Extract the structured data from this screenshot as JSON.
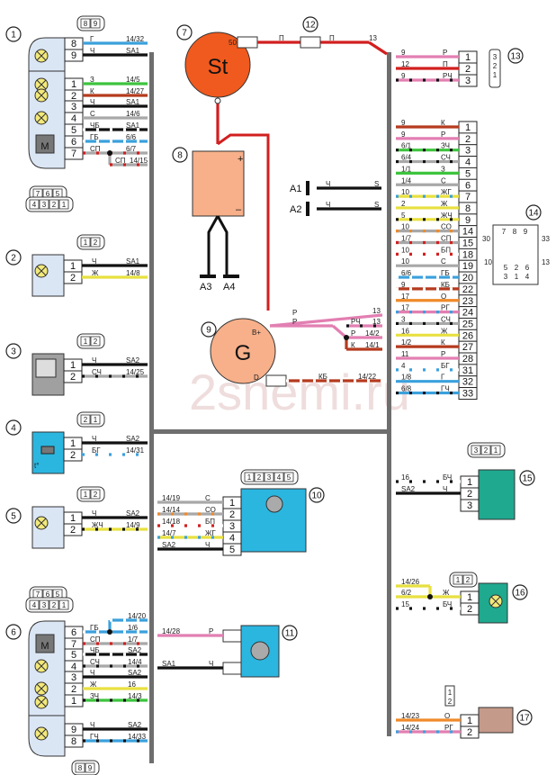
{
  "title": "Wiring diagram",
  "watermark": "2shemi.ru",
  "colors": {
    "bundle": "#6e6e6e",
    "panel_blue": "#dbe6f5",
    "cyan": "#2bb6e0",
    "teal": "#1fa98f",
    "salmon": "#f7b08a",
    "orange_red": "#f05a1e",
    "brown_box": "#c49a8a",
    "gray_box": "#9a9a9a"
  },
  "wire_colors": {
    "Г": "#3aa0dc",
    "Ч": "#111111",
    "З": "#3dc43d",
    "К": "#b53a1e",
    "С": "#a8a8a8",
    "Ж": "#e8e040",
    "П": "#d21f1f",
    "Р": "#e27fb2",
    "О": "#ef8a2a",
    "Б": "#ffffff"
  },
  "components": [
    {
      "id": "1",
      "label": "1"
    },
    {
      "id": "2",
      "label": "2"
    },
    {
      "id": "3",
      "label": "3"
    },
    {
      "id": "4",
      "label": "4"
    },
    {
      "id": "5",
      "label": "5"
    },
    {
      "id": "6",
      "label": "6"
    },
    {
      "id": "7",
      "label": "7",
      "symbol": "St",
      "terminal": "50"
    },
    {
      "id": "8",
      "label": "8",
      "plus": "+",
      "minus": "–"
    },
    {
      "id": "9",
      "label": "9",
      "symbol": "G",
      "b_terminal": "B+",
      "d_terminal": "D"
    },
    {
      "id": "10",
      "label": "10"
    },
    {
      "id": "11",
      "label": "11"
    },
    {
      "id": "12",
      "label": "12"
    },
    {
      "id": "13",
      "label": "13"
    },
    {
      "id": "14",
      "label": "14"
    },
    {
      "id": "15",
      "label": "15"
    },
    {
      "id": "16",
      "label": "16"
    },
    {
      "id": "17",
      "label": "17"
    }
  ],
  "grounds": [
    "A1",
    "A2",
    "A3",
    "A4"
  ],
  "comp1": {
    "connector_top": [
      "8",
      "9"
    ],
    "connector_bottom_top": [
      "7",
      "6",
      "5"
    ],
    "connector_bottom_bot": [
      "4",
      "3",
      "2",
      "1"
    ],
    "motor": "M",
    "pins": [
      {
        "pin": "8",
        "wire": "Г",
        "dest": "14/32",
        "color": "Г"
      },
      {
        "pin": "9",
        "wire": "Ч",
        "dest": "SA1",
        "color": "Ч"
      },
      {
        "pin": "1",
        "wire": "З",
        "dest": "14/5",
        "color": "З"
      },
      {
        "pin": "2",
        "wire": "К",
        "dest": "14/27",
        "color": "К"
      },
      {
        "pin": "3",
        "wire": "Ч",
        "dest": "SA1",
        "color": "Ч"
      },
      {
        "pin": "4",
        "wire": "С",
        "dest": "14/6",
        "color": "С"
      },
      {
        "pin": "5",
        "wire": "ЧБ",
        "dest": "SA1",
        "color": "Ч",
        "stripe": "Б"
      },
      {
        "pin": "6",
        "wire": "ГБ",
        "dest": "6/6",
        "color": "Г",
        "stripe": "Б"
      },
      {
        "pin": "7",
        "wire": "СП",
        "dest": "6/7",
        "color": "С",
        "stripe": "П"
      }
    ],
    "branch": {
      "wire": "СП",
      "dest": "14/15"
    }
  },
  "comp2": {
    "connector": [
      "1",
      "2"
    ],
    "pins": [
      {
        "pin": "1",
        "wire": "Ч",
        "dest": "SA1",
        "color": "Ч"
      },
      {
        "pin": "2",
        "wire": "Ж",
        "dest": "14/8",
        "color": "Ж"
      }
    ]
  },
  "comp3": {
    "connector": [
      "1",
      "2"
    ],
    "pins": [
      {
        "pin": "1",
        "wire": "Ч",
        "dest": "SA2",
        "color": "Ч"
      },
      {
        "pin": "2",
        "wire": "СЧ",
        "dest": "14/25",
        "color": "С",
        "stripe": "Ч"
      }
    ]
  },
  "comp4": {
    "connector": [
      "2",
      "1"
    ],
    "temp": "t°",
    "pins": [
      {
        "pin": "1",
        "wire": "Ч",
        "dest": "SA2",
        "color": "Ч"
      },
      {
        "pin": "2",
        "wire": "БГ",
        "dest": "14/31",
        "color": "Б",
        "stripe": "Г"
      }
    ]
  },
  "comp5": {
    "connector": [
      "1",
      "2"
    ],
    "pins": [
      {
        "pin": "1",
        "wire": "Ч",
        "dest": "SA2",
        "color": "Ч"
      },
      {
        "pin": "2",
        "wire": "ЖЧ",
        "dest": "14/9",
        "color": "Ж",
        "stripe": "Ч"
      }
    ]
  },
  "comp6": {
    "connector_top": [
      "7",
      "6",
      "5"
    ],
    "connector_bot": [
      "4",
      "3",
      "2",
      "1"
    ],
    "connector_bottom": [
      "8",
      "9"
    ],
    "motor": "M",
    "pins": [
      {
        "pin": "6",
        "wire": "ГБ",
        "dest": "1/6",
        "color": "Г",
        "stripe": "Б"
      },
      {
        "pin": "7",
        "wire": "СП",
        "dest": "1/7",
        "color": "С",
        "stripe": "П"
      },
      {
        "pin": "5",
        "wire": "ЧБ",
        "dest": "SA2",
        "color": "Ч",
        "stripe": "Б"
      },
      {
        "pin": "4",
        "wire": "СЧ",
        "dest": "14/4",
        "color": "С",
        "stripe": "Ч"
      },
      {
        "pin": "3",
        "wire": "Ч",
        "dest": "SA2",
        "color": "Ч"
      },
      {
        "pin": "2",
        "wire": "Ж",
        "dest": "16",
        "color": "Ж"
      },
      {
        "pin": "1",
        "wire": "ЗЧ",
        "dest": "14/3",
        "color": "З",
        "stripe": "Ч"
      },
      {
        "pin": "9",
        "wire": "Ч",
        "dest": "SA2",
        "color": "Ч"
      },
      {
        "pin": "8",
        "wire": "ГЧ",
        "dest": "14/33",
        "color": "Г",
        "stripe": "Ч"
      }
    ],
    "branch": {
      "wire": "ГБ",
      "dest": "14/20"
    }
  },
  "comp7_wires": {
    "w1": "П",
    "w2": "П",
    "dest": "13",
    "vertical": "П"
  },
  "battery_wire": "П",
  "ground_wires": {
    "A1": {
      "wire": "Ч",
      "dest": "S"
    },
    "A2": {
      "wire": "Ч",
      "dest": "S"
    },
    "A3": "Ч",
    "A4": "Ч"
  },
  "comp9_wires": [
    {
      "wire": "Р",
      "dest": "13",
      "color": "Р"
    },
    {
      "wire": "Р",
      "dest": "",
      "color": "Р"
    },
    {
      "wire": "РЧ",
      "dest": "13",
      "color": "Р",
      "stripe": "Ч"
    },
    {
      "wire": "Р",
      "dest": "14/2",
      "color": "Р"
    },
    {
      "wire": "К",
      "dest": "14/1",
      "color": "К"
    },
    {
      "wire": "КБ",
      "dest": "14/22",
      "color": "К",
      "stripe": "Б"
    }
  ],
  "comp10": {
    "connector": [
      "1",
      "2",
      "3",
      "4",
      "5"
    ],
    "pins": [
      {
        "pin": "1",
        "wire": "С",
        "src": "14/19",
        "color": "С"
      },
      {
        "pin": "2",
        "wire": "СО",
        "src": "14/14",
        "color": "С",
        "stripe": "О"
      },
      {
        "pin": "3",
        "wire": "БП",
        "src": "14/18",
        "color": "Б",
        "stripe": "П"
      },
      {
        "pin": "4",
        "wire": "ЖГ",
        "src": "14/7",
        "color": "Ж",
        "stripe": "Г"
      },
      {
        "pin": "5",
        "wire": "Ч",
        "src": "SA2",
        "color": "Ч"
      }
    ]
  },
  "comp11": {
    "pins": [
      {
        "wire": "Р",
        "src": "14/28",
        "color": "Р"
      },
      {
        "wire": "Ч",
        "src": "SA1",
        "color": "Ч"
      }
    ]
  },
  "comp13": {
    "connector": [
      "3",
      "2",
      "1"
    ],
    "pins": [
      {
        "pin": "1",
        "src": "9",
        "wire": "Р",
        "color": "Р"
      },
      {
        "pin": "2",
        "src": "12",
        "wire": "П",
        "color": "П"
      },
      {
        "pin": "3",
        "src": "9",
        "wire": "РЧ",
        "color": "Р",
        "stripe": "Ч"
      }
    ]
  },
  "comp14": {
    "connector_top": [
      "7",
      "8",
      "9"
    ],
    "connector_bottom": [
      [
        "5",
        "2",
        "6"
      ],
      [
        "3",
        "1",
        "4"
      ]
    ],
    "side_labels": {
      "left_top": "30",
      "right_top": "33",
      "left_bot": "10",
      "right_bot": "13"
    },
    "pins": [
      {
        "pin": "1",
        "src": "9",
        "wire": "К",
        "color": "К"
      },
      {
        "pin": "2",
        "src": "9",
        "wire": "Р",
        "color": "Р"
      },
      {
        "pin": "3",
        "src": "6/1",
        "wire": "ЗЧ",
        "color": "З",
        "stripe": "Ч"
      },
      {
        "pin": "4",
        "src": "6/4",
        "wire": "СЧ",
        "color": "С",
        "stripe": "Ч"
      },
      {
        "pin": "5",
        "src": "1/1",
        "wire": "З",
        "color": "З"
      },
      {
        "pin": "6",
        "src": "1/4",
        "wire": "С",
        "color": "С"
      },
      {
        "pin": "7",
        "src": "10",
        "wire": "ЖГ",
        "color": "Ж",
        "stripe": "Г"
      },
      {
        "pin": "8",
        "src": "2",
        "wire": "Ж",
        "color": "Ж"
      },
      {
        "pin": "9",
        "src": "5",
        "wire": "ЖЧ",
        "color": "Ж",
        "stripe": "Ч"
      },
      {
        "pin": "14",
        "src": "10",
        "wire": "СО",
        "color": "С",
        "stripe": "О"
      },
      {
        "pin": "15",
        "src": "1/7",
        "wire": "СП",
        "color": "С",
        "stripe": "П"
      },
      {
        "pin": "18",
        "src": "10",
        "wire": "БП",
        "color": "Б",
        "stripe": "П"
      },
      {
        "pin": "19",
        "src": "10",
        "wire": "С",
        "color": "С"
      },
      {
        "pin": "20",
        "src": "6/6",
        "wire": "ГБ",
        "color": "Г",
        "stripe": "Б"
      },
      {
        "pin": "22",
        "src": "9",
        "wire": "КБ",
        "color": "К",
        "stripe": "Б"
      },
      {
        "pin": "23",
        "src": "17",
        "wire": "О",
        "color": "О"
      },
      {
        "pin": "24",
        "src": "17",
        "wire": "РГ",
        "color": "Р",
        "stripe": "Г"
      },
      {
        "pin": "25",
        "src": "3",
        "wire": "СЧ",
        "color": "С",
        "stripe": "Ч"
      },
      {
        "pin": "26",
        "src": "16",
        "wire": "Ж",
        "color": "Ж"
      },
      {
        "pin": "27",
        "src": "1/2",
        "wire": "К",
        "color": "К"
      },
      {
        "pin": "28",
        "src": "11",
        "wire": "Р",
        "color": "Р"
      },
      {
        "pin": "31",
        "src": "4",
        "wire": "БГ",
        "color": "Б",
        "stripe": "Г"
      },
      {
        "pin": "32",
        "src": "1/8",
        "wire": "Г",
        "color": "Г"
      },
      {
        "pin": "33",
        "src": "6/8",
        "wire": "ГЧ",
        "color": "Г",
        "stripe": "Ч"
      }
    ]
  },
  "comp15": {
    "connector": [
      "3",
      "2",
      "1"
    ],
    "pins": [
      {
        "pin": "1",
        "src": "16",
        "wire": "БЧ",
        "color": "Б",
        "stripe": "Ч"
      },
      {
        "pin": "2",
        "src": "SA2",
        "wire": "Ч",
        "color": "Ч"
      },
      {
        "pin": "3",
        "src": "",
        "wire": "",
        "color": ""
      }
    ]
  },
  "comp16": {
    "connector": [
      "1",
      "2"
    ],
    "pins": [
      {
        "pin": "1",
        "src": "6/2",
        "wire": "Ж",
        "color": "Ж"
      },
      {
        "pin": "2",
        "src": "15",
        "wire": "БЧ",
        "color": "Б",
        "stripe": "Ч"
      }
    ],
    "branch": {
      "src": "14/26",
      "wire": "Ж"
    }
  },
  "comp17": {
    "connector": [
      "1",
      "2"
    ],
    "pins": [
      {
        "pin": "1",
        "src": "14/23",
        "wire": "О",
        "color": "О"
      },
      {
        "pin": "2",
        "src": "14/24",
        "wire": "РГ",
        "color": "Р",
        "stripe": "Г"
      }
    ]
  }
}
